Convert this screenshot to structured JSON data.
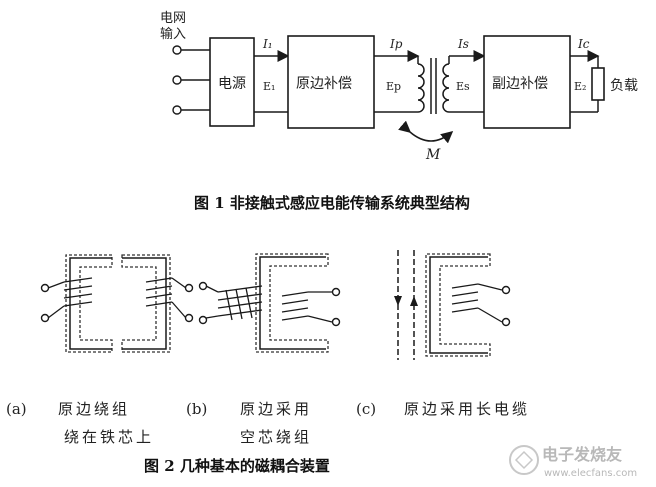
{
  "figure1": {
    "input_label_line1": "电网",
    "input_label_line2": "输入",
    "blocks": {
      "power": "电源",
      "primary_comp": "原边补偿",
      "secondary_comp": "副边补偿",
      "load": "负载"
    },
    "currents": {
      "i1": "I₁",
      "ip": "Ip",
      "is": "Is",
      "ic": "Ic"
    },
    "ports": {
      "p1": "E₁",
      "pp": "Ep",
      "ps": "Es",
      "pc": "E₂"
    },
    "mutual": "M",
    "caption": "图 1    非接触式感应电能传输系统典型结构"
  },
  "figure2": {
    "items": [
      {
        "tag": "(a)",
        "line1": "原边绕组",
        "line2": "绕在铁芯上"
      },
      {
        "tag": "(b)",
        "line1": "原边采用",
        "line2": "空芯绕组"
      },
      {
        "tag": "(c)",
        "line1": "原边采用长电缆",
        "line2": ""
      }
    ],
    "caption": "图 2    几种基本的磁耦合装置"
  },
  "watermark": "电子发烧友",
  "watermark_url": "www.elecfans.com"
}
